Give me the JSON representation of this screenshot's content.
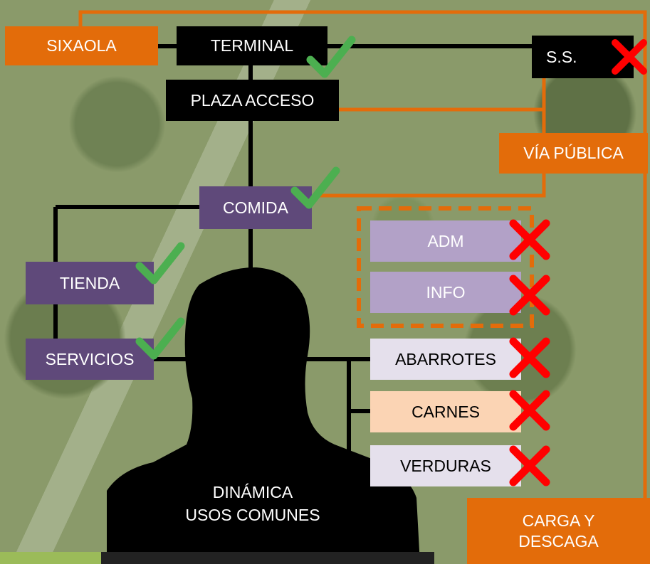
{
  "nodes": {
    "sixaola": "SIXAOLA",
    "terminal": "TERMINAL",
    "ss": "S.S.",
    "plaza_acceso": "PLAZA ACCESO",
    "via_publica": "VÍA PÚBLICA",
    "comida": "COMIDA",
    "tienda": "TIENDA",
    "servicios": "SERVICIOS",
    "adm": "ADM",
    "info": "INFO",
    "abarrotes": "ABARROTES",
    "carnes": "CARNES",
    "verduras": "VERDURAS",
    "carga_descaga": [
      "CARGA Y",
      "DESCAGA"
    ]
  },
  "center_label": [
    "DINÁMICA",
    "USOS COMUNES"
  ],
  "status": {
    "terminal": "check",
    "comida": "check",
    "tienda": "check",
    "servicios": "check",
    "ss": "cross",
    "adm": "cross",
    "info": "cross",
    "abarrotes": "cross",
    "carnes": "cross",
    "verduras": "cross"
  },
  "colors": {
    "black_box": "#000000",
    "orange": "#e36c0a",
    "purple": "#5f497a",
    "lavender": "#b2a1c7",
    "pale_lavender": "#e5e0ec",
    "peach": "#fbd4b4",
    "check": "#4caf50",
    "cross": "#ff0000"
  }
}
